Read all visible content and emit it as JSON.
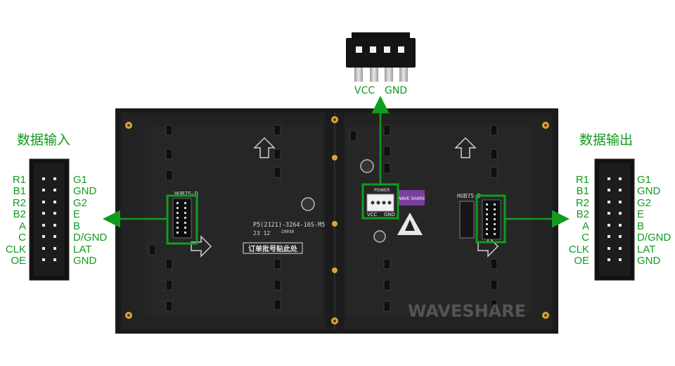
{
  "left_connector": {
    "title": "数据输入",
    "left_pins": [
      "R1",
      "B1",
      "R2",
      "B2",
      "A",
      "C",
      "CLK",
      "OE"
    ],
    "right_pins": [
      "G1",
      "GND",
      "G2",
      "E",
      "B",
      "D/GND",
      "LAT",
      "GND"
    ]
  },
  "right_connector": {
    "title": "数据输出",
    "left_pins": [
      "R1",
      "B1",
      "R2",
      "B2",
      "A",
      "C",
      "CLK",
      "OE"
    ],
    "right_pins": [
      "G1",
      "GND",
      "G2",
      "E",
      "B",
      "D/GND",
      "LAT",
      "GND"
    ]
  },
  "power_connector": {
    "vcc_label": "VCC",
    "gnd_label": "GND"
  },
  "board": {
    "hub_label_left": "HUB75-D",
    "hub_label_right": "HUB75-D",
    "model_text": "P5(2121)-3264-16S-M5",
    "model_sub": "29038",
    "date_code": "23 12",
    "order_label": "订单批号贴此处",
    "power_label": "POWER",
    "power_vcc": "VCC",
    "power_gnd": "GND",
    "brand_sticker": "WAVE SHARE",
    "watermark": "WAVESHARE"
  },
  "colors": {
    "accent_green": "#119c1f",
    "board_black": "#1b1b1b",
    "sticker_purple": "#7a3fa0"
  }
}
